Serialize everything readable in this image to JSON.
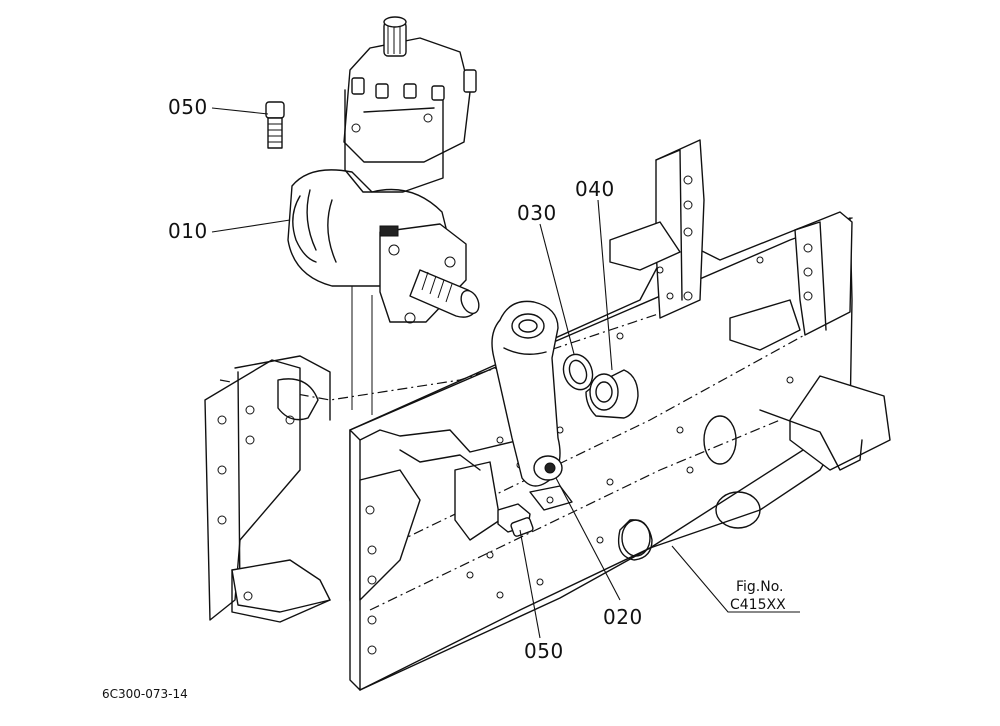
{
  "diagram": {
    "labels": {
      "bolt_top": "050",
      "gearbox": "010",
      "snap_ring": "030",
      "collar": "040",
      "pitman_arm": "020",
      "bolt_bottom": "050"
    },
    "figure_reference": {
      "line1": "Fig.No.",
      "line2": "C415XX"
    },
    "drawing_number": "6C300-073-14"
  }
}
